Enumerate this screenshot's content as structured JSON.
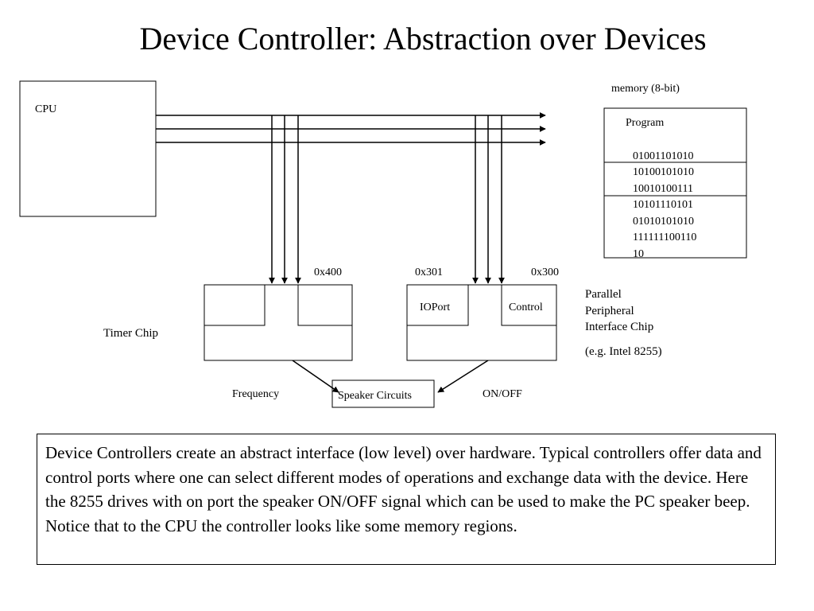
{
  "title": "Device Controller: Abstraction over Devices",
  "cpu": {
    "label": "CPU"
  },
  "memory": {
    "label": "memory (8-bit)",
    "program_label": "Program",
    "lines": [
      "01001101010",
      "10100101010",
      "10010100111",
      "10101110101",
      "01010101010",
      "111111100110",
      "10"
    ]
  },
  "addresses": {
    "timer": "0x400",
    "ioport": "0x301",
    "control": "0x300"
  },
  "timer": {
    "label": "Timer Chip"
  },
  "ppi": {
    "ioport_label": "IOPort",
    "control_label": "Control",
    "desc_lines": [
      "Parallel",
      "Peripheral",
      "Interface Chip"
    ],
    "example": "(e.g. Intel 8255)"
  },
  "speaker": {
    "label": "Speaker Circuits"
  },
  "signals": {
    "frequency": "Frequency",
    "onoff": "ON/OFF"
  },
  "caption": "Device Controllers create an abstract interface (low level) over hardware. Typical controllers offer data and control ports where one can select different modes of operations and exchange data with the device. Here the 8255 drives with on port the speaker ON/OFF signal which can be used to make the PC speaker beep. Notice that to the CPU the controller looks like some memory  regions."
}
